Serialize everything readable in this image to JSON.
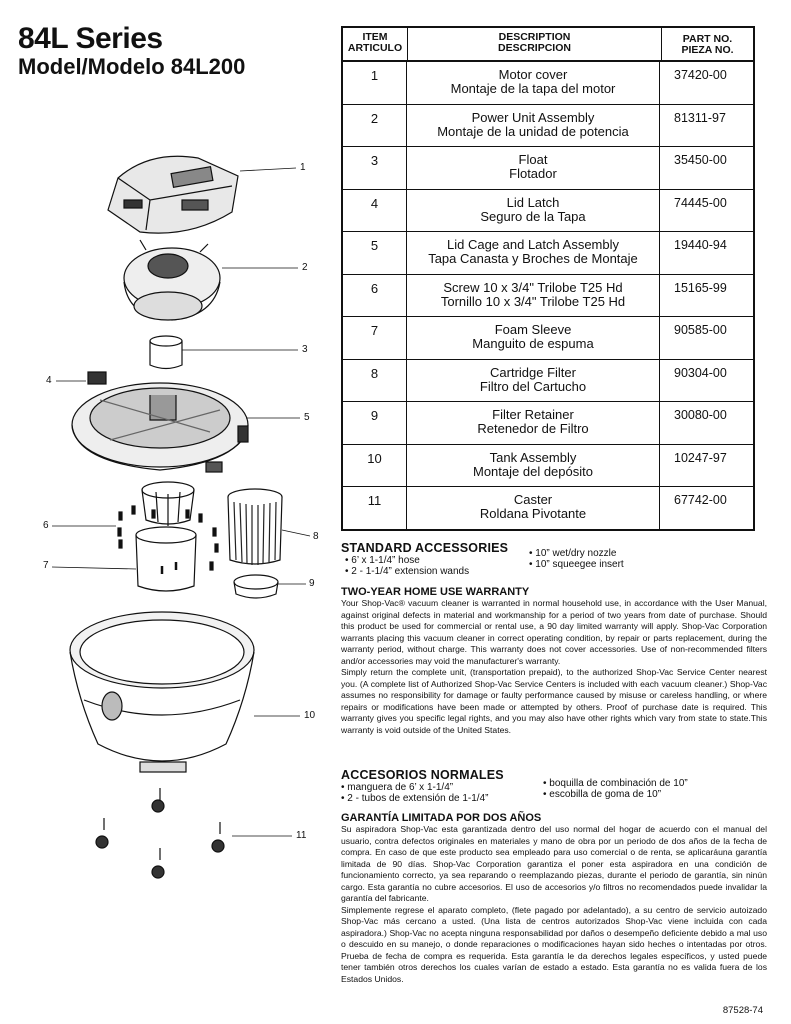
{
  "header": {
    "series": "84L Series",
    "model": "Model/Modelo 84L200"
  },
  "parts_table": {
    "headers": {
      "item": "ITEM",
      "item_es": "ARTICULO",
      "description": "DESCRIPTION",
      "description_es": "DESCRIPCION",
      "part": "PART NO.",
      "part_es": "PIEZA NO."
    },
    "rows": [
      {
        "item": "1",
        "en": "Motor cover",
        "es": "Montaje de la tapa del motor",
        "part": "37420-00"
      },
      {
        "item": "2",
        "en": "Power Unit Assembly",
        "es": "Montaje de la unidad de potencia",
        "part": "81311-97"
      },
      {
        "item": "3",
        "en": "Float",
        "es": "Flotador",
        "part": "35450-00"
      },
      {
        "item": "4",
        "en": "Lid Latch",
        "es": "Seguro de la Tapa",
        "part": "74445-00"
      },
      {
        "item": "5",
        "en": "Lid Cage and Latch Assembly",
        "es": "Tapa Canasta y Broches de Montaje",
        "part": "19440-94"
      },
      {
        "item": "6",
        "en": "Screw 10 x 3/4\" Trilobe T25 Hd",
        "es": "Tornillo 10 x 3/4\" Trilobe T25 Hd",
        "part": "15165-99"
      },
      {
        "item": "7",
        "en": "Foam Sleeve",
        "es": "Manguito de espuma",
        "part": "90585-00"
      },
      {
        "item": "8",
        "en": "Cartridge Filter",
        "es": "Filtro del Cartucho",
        "part": "90304-00"
      },
      {
        "item": "9",
        "en": "Filter Retainer",
        "es": "Retenedor de Filtro",
        "part": "30080-00"
      },
      {
        "item": "10",
        "en": "Tank Assembly",
        "es": "Montaje del depósito",
        "part": "10247-97"
      },
      {
        "item": "11",
        "en": "Caster",
        "es": "Roldana Pivotante",
        "part": "67742-00"
      }
    ]
  },
  "standard_accessories": {
    "heading": "STANDARD ACCESSORIES",
    "left": [
      "•  6’ x 1-1/4” hose",
      "•  2 - 1-1/4” extension wands"
    ],
    "right": [
      "• 10” wet/dry nozzle",
      "• 10” squeegee insert"
    ]
  },
  "warranty": {
    "heading": "TWO-YEAR HOME USE WARRANTY",
    "p1": "Your Shop-Vac® vacuum cleaner is warranted in normal household use, in accordance with the User Manual, against original defects in material and workmanship for a period of two years from date of purchase. Should this product be used for commercial or rental use, a 90 day limited warranty will apply. Shop-Vac Corporation warrants placing this vacuum cleaner in correct operating condition, by repair or parts replacement, during the warranty period, without charge. This warranty does not cover accessories. Use of non-recommended filters and/or accessories may void the manufacturer's warranty.",
    "p2": "Simply return the complete unit, (transportation prepaid), to the authorized Shop-Vac Service Center nearest you. (A complete list of Authorized Shop-Vac Service Centers is included with each vacuum cleaner.) Shop-Vac assumes no responsibility for damage or faulty performance caused by misuse or careless handling, or where repairs or modifications have been made or attempted by others. Proof of purchase date is required. This warranty gives you specific legal rights, and you may also have other rights which vary from state to state.This warranty is void outside of the United States."
  },
  "accesorios": {
    "heading": "ACCESORIOS NORMALES",
    "left": [
      "• manguera de 6’ x 1-1/4”",
      "• 2 - tubos de extensión de 1-1/4”"
    ],
    "right": [
      "• boquilla de combinación de 10”",
      "• escobilla de goma de 10”"
    ]
  },
  "garantia": {
    "heading": "GARANTÍA LIMITADA POR DOS AÑOS",
    "p1": "Su aspiradora Shop-Vac esta garantizada dentro del uso normal del hogar de acuerdo con el manual del usuario, contra defectos originales en materiales y mano de obra por un periodo de dos años de la fecha de compra. En caso de que este producto sea empleado para uso comercial o de renta, se aplicaráuna garantía limitada de 90 días. Shop-Vac Corporation garantiza el poner esta aspiradora en una condición de funcionamiento correcto, ya sea reparando o reemplazando piezas, durante el periodo de garantía, sin ninún cargo. Esta garantía no cubre accesorios. El uso de accesorios y/o filtros no recomendados puede invalidar la garantía del fabricante.",
    "p2": "Simplemente regrese el aparato completo, (flete pagado por adelantado), a su centro de servicio autoizado Shop-Vac más cercano a usted. (Una lista de centros autorizados Shop-Vac viene incluida con cada aspiradora.) Shop-Vac no acepta ninguna responsabilidad por daños o desempeño deficiente debido a mal uso o descuido en su manejo, o donde reparaciones o modificaciones hayan sido heches o intentadas por otros. Prueba de fecha de compra es requerida. Esta garantía le da derechos legales específicos, y usted puede tener también otros derechos los cuales varían de estado a estado. Esta garantía no es valida fuera de los Estados Unidos."
  },
  "diagram": {
    "callouts": [
      "1",
      "2",
      "3",
      "4",
      "5",
      "6",
      "7",
      "8",
      "9",
      "10",
      "11"
    ]
  },
  "footer": {
    "form_number": "87528-74"
  }
}
